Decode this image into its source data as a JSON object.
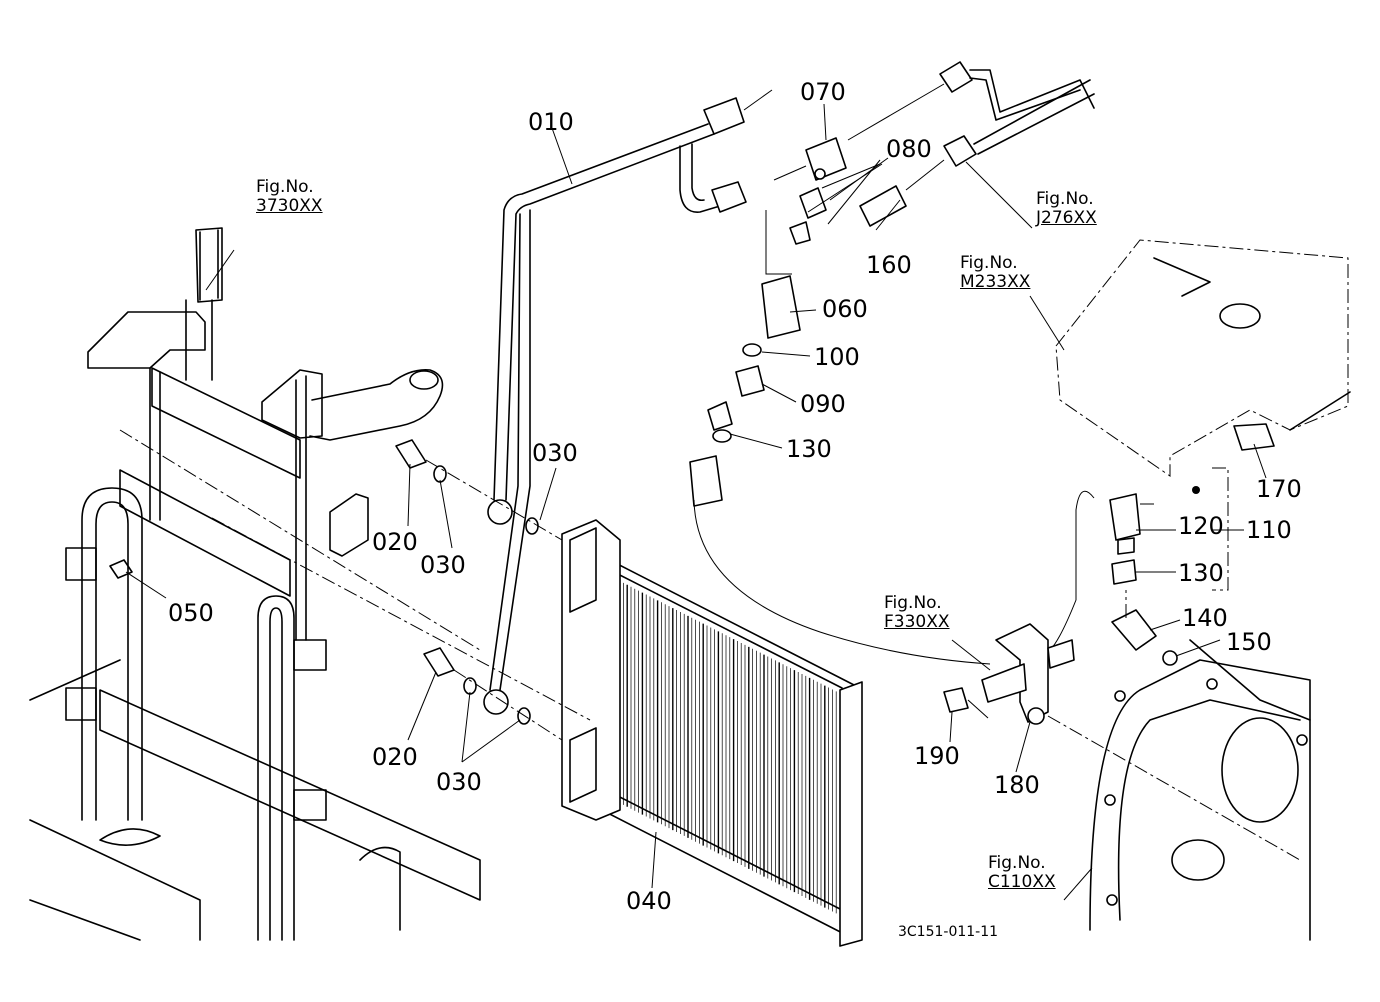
{
  "part_labels": {
    "p010": "010",
    "p070": "070",
    "p080": "080",
    "p160": "160",
    "p060": "060",
    "p100": "100",
    "p090": "090",
    "p130a": "130",
    "p030a": "030",
    "p020a": "020",
    "p030b": "030",
    "p050": "050",
    "p020b": "020",
    "p030c": "030",
    "p040": "040",
    "p170": "170",
    "p120": "120",
    "p110": "110",
    "p130b": "130",
    "p140": "140",
    "p150": "150",
    "p190": "190",
    "p180": "180"
  },
  "figure_refs": {
    "r3730": {
      "prefix": "Fig.No.",
      "code": "3730XX"
    },
    "rJ276": {
      "prefix": "Fig.No.",
      "code": "J276XX"
    },
    "rM233": {
      "prefix": "Fig.No.",
      "code": "M233XX"
    },
    "rF330": {
      "prefix": "Fig.No.",
      "code": "F330XX"
    },
    "rC110": {
      "prefix": "Fig.No.",
      "code": "C110XX"
    }
  },
  "diagram_code": "3C151-011-11"
}
